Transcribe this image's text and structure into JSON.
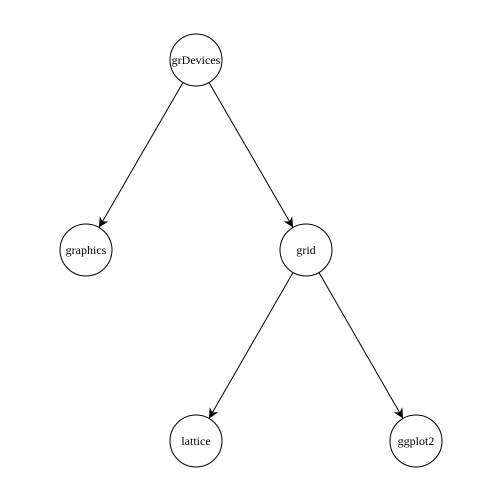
{
  "diagram": {
    "type": "tree",
    "nodes": [
      {
        "id": "grDevices",
        "label": "grDevices"
      },
      {
        "id": "graphics",
        "label": "graphics"
      },
      {
        "id": "grid",
        "label": "grid"
      },
      {
        "id": "lattice",
        "label": "lattice"
      },
      {
        "id": "ggplot2",
        "label": "ggplot2"
      }
    ],
    "edges": [
      {
        "from": "grDevices",
        "to": "graphics"
      },
      {
        "from": "grDevices",
        "to": "grid"
      },
      {
        "from": "grid",
        "to": "lattice"
      },
      {
        "from": "grid",
        "to": "ggplot2"
      }
    ],
    "colors": {
      "stroke": "#000000",
      "fill": "#ffffff",
      "text": "#000000"
    }
  }
}
